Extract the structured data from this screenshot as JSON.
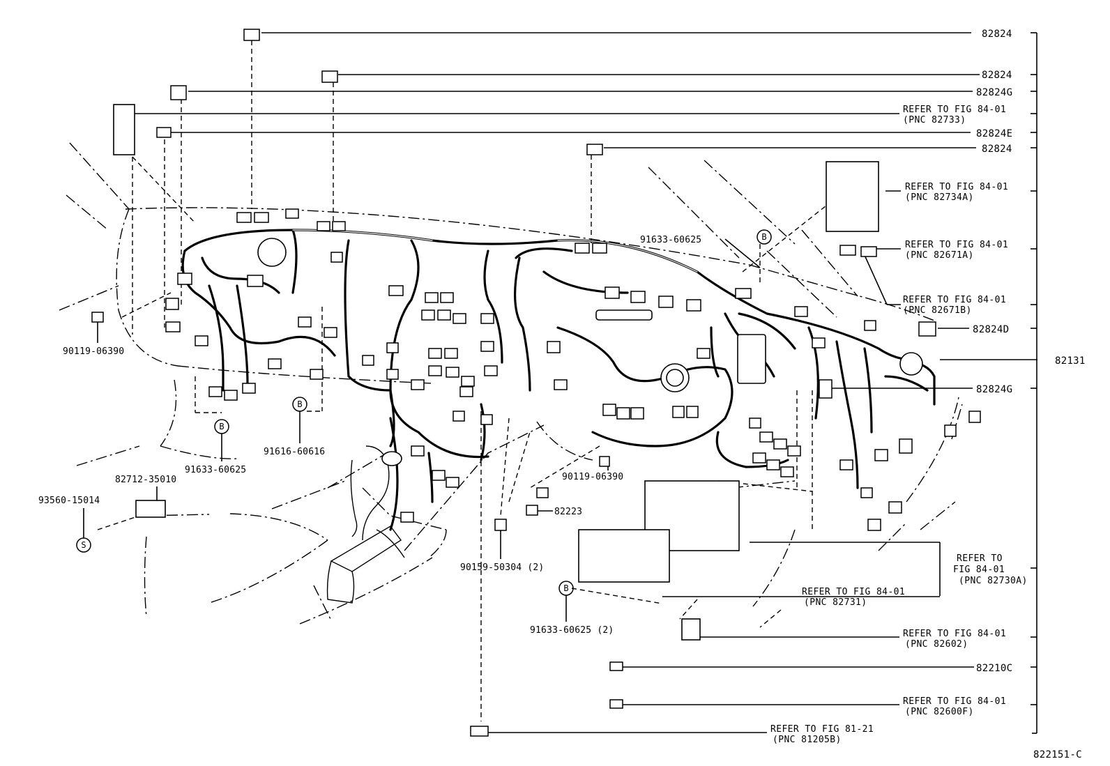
{
  "diagram": {
    "figure_code": "822151-C",
    "callouts_right": [
      {
        "id": "c1",
        "text": "82824"
      },
      {
        "id": "c2",
        "text": "82824"
      },
      {
        "id": "c3",
        "text": "82824G"
      },
      {
        "id": "c4",
        "lines": [
          "REFER TO FIG 84-01",
          "(PNC 82733)"
        ]
      },
      {
        "id": "c5",
        "text": "82824E"
      },
      {
        "id": "c6",
        "text": "82824"
      },
      {
        "id": "c7",
        "lines": [
          "REFER TO FIG 84-01",
          "(PNC 82734A)"
        ]
      },
      {
        "id": "c8",
        "lines": [
          "REFER TO FIG 84-01",
          "(PNC 82671A)"
        ]
      },
      {
        "id": "c9",
        "lines": [
          "REFER TO FIG 84-01",
          "(PNC 82671B)"
        ]
      },
      {
        "id": "c10",
        "text": "82824D"
      },
      {
        "id": "c11",
        "text": "82131"
      },
      {
        "id": "c12",
        "text": "82824G"
      },
      {
        "id": "c13",
        "lines": [
          "REFER TO",
          "FIG 84-01",
          "(PNC 82730A)"
        ]
      },
      {
        "id": "c14",
        "lines": [
          "REFER TO FIG 84-01",
          "(PNC 82731)"
        ]
      },
      {
        "id": "c15",
        "lines": [
          "REFER TO FIG 84-01",
          "(PNC 82602)"
        ]
      },
      {
        "id": "c16",
        "text": "82210C"
      },
      {
        "id": "c17",
        "lines": [
          "REFER TO FIG 84-01",
          "(PNC 82600F)"
        ]
      },
      {
        "id": "c18",
        "lines": [
          "REFER TO FIG 81-21",
          "(PNC 81205B)"
        ]
      }
    ],
    "callouts_inner": [
      {
        "id": "i1",
        "text": "91633-60625"
      },
      {
        "id": "i2",
        "text": "90119-06390"
      },
      {
        "id": "i3",
        "text": "91633-60625"
      },
      {
        "id": "i4",
        "text": "91616-60616"
      },
      {
        "id": "i5",
        "text": "82712-35010"
      },
      {
        "id": "i6",
        "text": "93560-15014"
      },
      {
        "id": "i7",
        "text": "90119-06390"
      },
      {
        "id": "i8",
        "text": "82223"
      },
      {
        "id": "i9",
        "text": "90159-50304 (2)"
      },
      {
        "id": "i10",
        "text": "91633-60625 (2)"
      }
    ],
    "markers": [
      {
        "id": "m1",
        "letter": "B"
      },
      {
        "id": "m2",
        "letter": "B"
      },
      {
        "id": "m3",
        "letter": "B"
      },
      {
        "id": "m4",
        "letter": "B"
      },
      {
        "id": "m5",
        "letter": "S"
      }
    ]
  }
}
